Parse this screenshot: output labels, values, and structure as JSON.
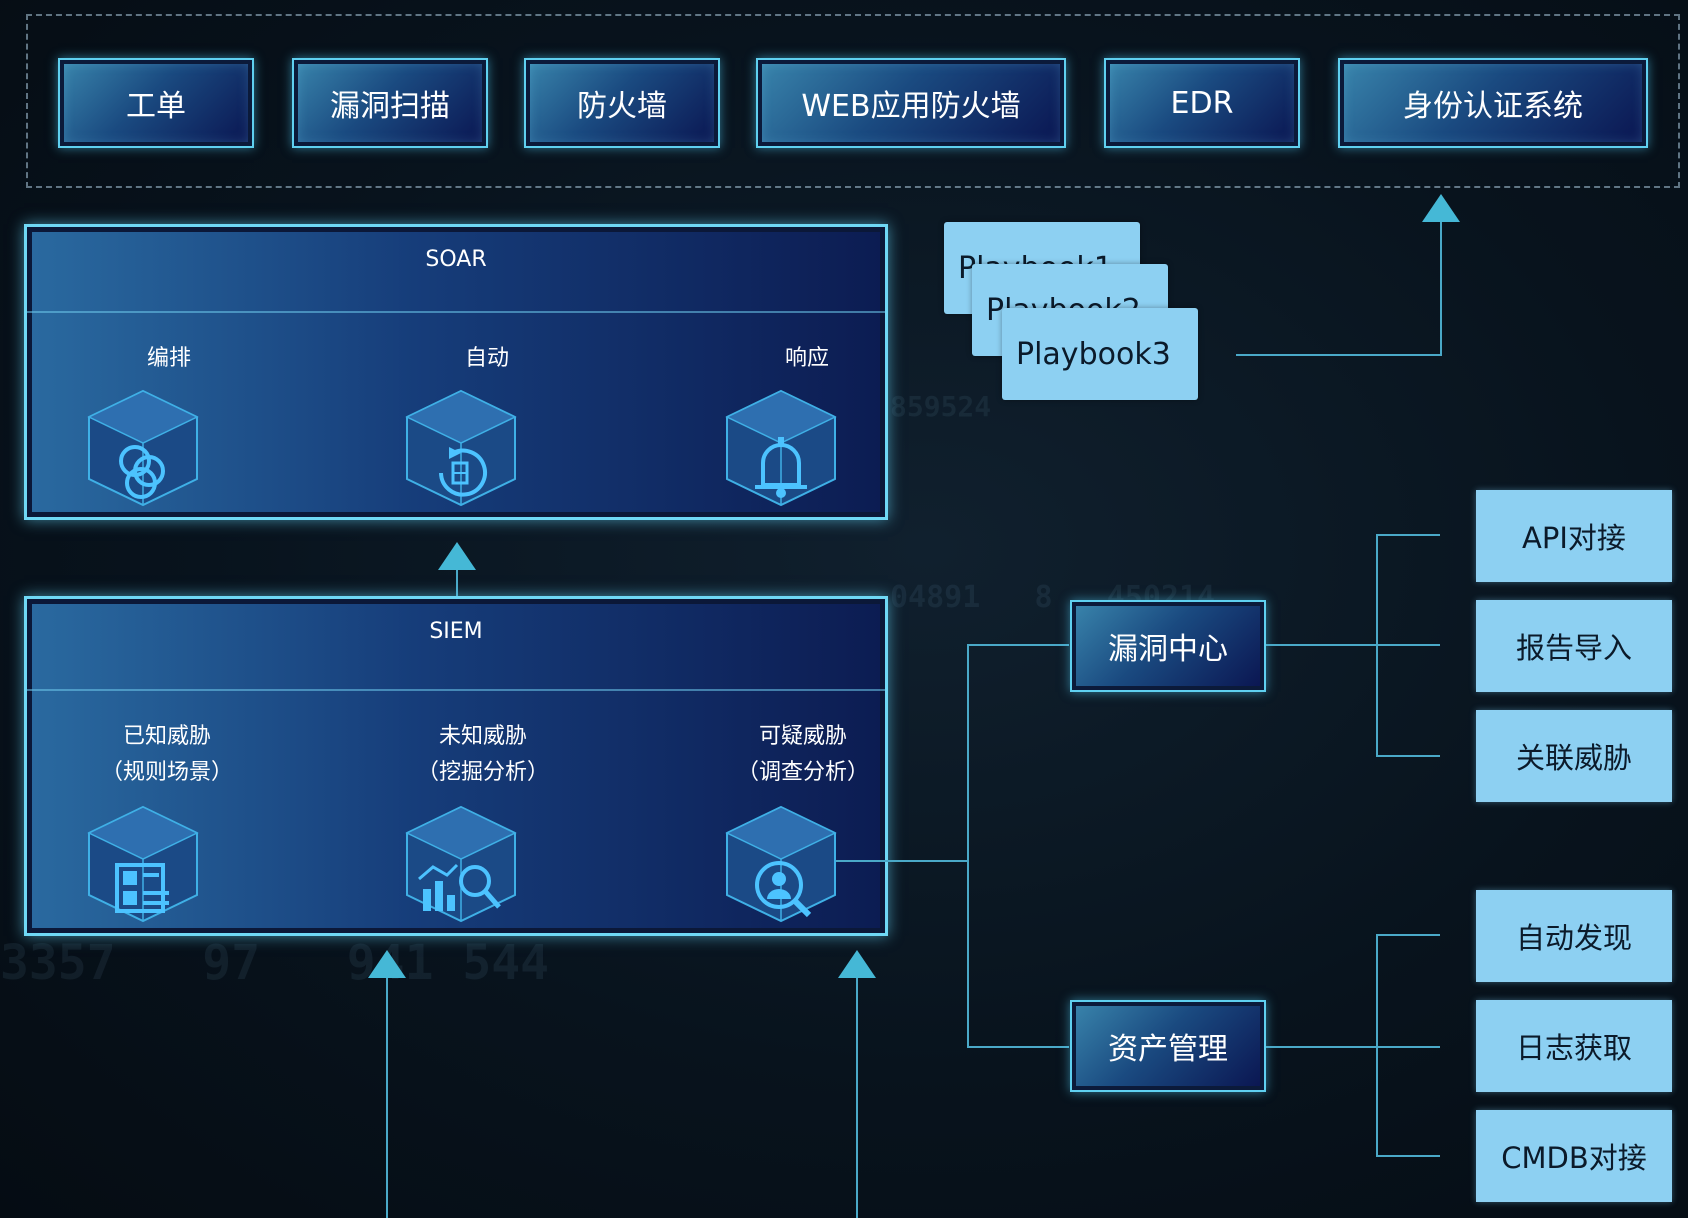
{
  "top_systems": [
    "工单",
    "漏洞扫描",
    "防火墙",
    "WEB应用防火墙",
    "EDR",
    "身份认证系统"
  ],
  "soar": {
    "title": "SOAR",
    "features": [
      {
        "label": "编排",
        "icon": "orchestration-cube-icon"
      },
      {
        "label": "自动",
        "icon": "automation-cube-icon"
      },
      {
        "label": "响应",
        "icon": "response-bell-cube-icon"
      }
    ]
  },
  "siem": {
    "title": "SIEM",
    "features": [
      {
        "line1": "已知威胁",
        "line2": "（规则场景）",
        "icon": "rules-cube-icon"
      },
      {
        "line1": "未知威胁",
        "line2": "（挖掘分析）",
        "icon": "mining-cube-icon"
      },
      {
        "line1": "可疑威胁",
        "line2": "（调查分析）",
        "icon": "investigation-cube-icon"
      }
    ]
  },
  "playbooks": [
    "Playbook1",
    "Playbook2",
    "Playbook3"
  ],
  "centers": {
    "vuln": {
      "label": "漏洞中心",
      "items": [
        "API对接",
        "报告导入",
        "关联威胁"
      ]
    },
    "asset": {
      "label": "资产管理",
      "items": [
        "自动发现",
        "日志获取",
        "CMDB对接"
      ]
    }
  },
  "colors": {
    "accent_cyan": "#5fd0f0",
    "light_box": "#8dd0f2",
    "connector": "#4aa9c8",
    "arrow": "#45b8d6",
    "background": "#08131d"
  }
}
